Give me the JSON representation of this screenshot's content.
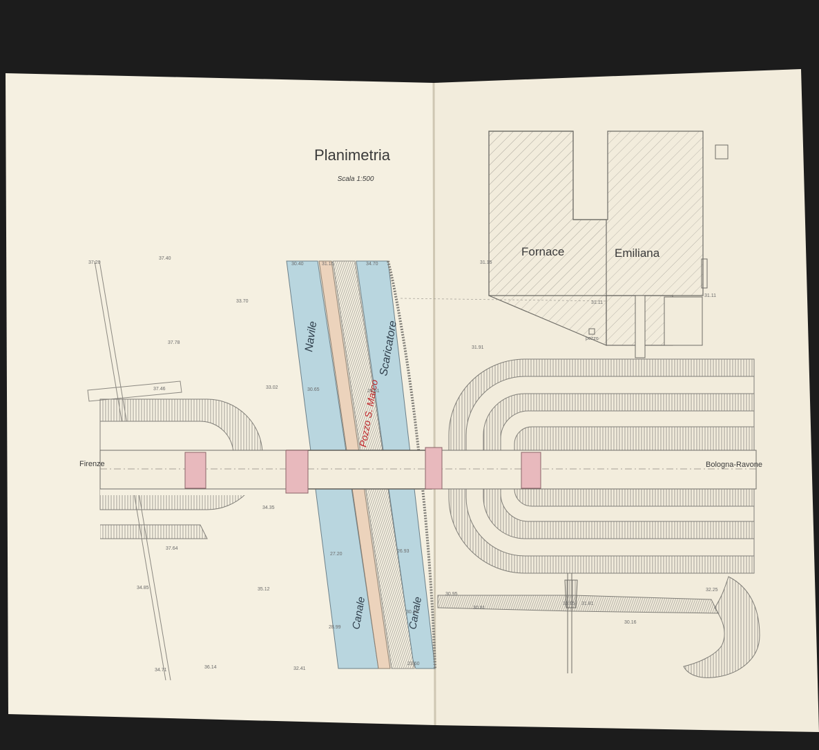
{
  "drawing": {
    "title": "Planimetria",
    "scale": "Scala 1:500",
    "building_label_1": "Fornace",
    "building_label_2": "Emiliana",
    "direction_left": "Firenze",
    "direction_right": "Bologna-Ravone",
    "canal_navile": "Navile",
    "canal_scaricatore": "Scaricatore",
    "canal_lower_left": "Canale",
    "canal_lower_right": "Canale",
    "red_annotation": "Pozzo S. Marco",
    "pozzo_label": "pozzo",
    "colors": {
      "paper": "#f4eedd",
      "water": "#b9d6df",
      "sand": "#ecd3bc",
      "bridge": "#e8b9bd",
      "ink": "#5a5a5a",
      "annotation": "#c0282c"
    }
  },
  "spot_heights": [
    "37.20",
    "37.40",
    "33.70",
    "37.78",
    "37.46",
    "33.02",
    "34.35",
    "37.64",
    "34.85",
    "35.12",
    "34.71",
    "36.14",
    "32.41",
    "30.40",
    "31.15",
    "34.70",
    "31.91",
    "31.15",
    "31.11",
    "31.11",
    "30.95",
    "30.81",
    "32.25",
    "31.95",
    "31.81",
    "30.16",
    "29.51",
    "30.10",
    "27.20",
    "26.93",
    "28.99",
    "30.65",
    "23.60"
  ]
}
